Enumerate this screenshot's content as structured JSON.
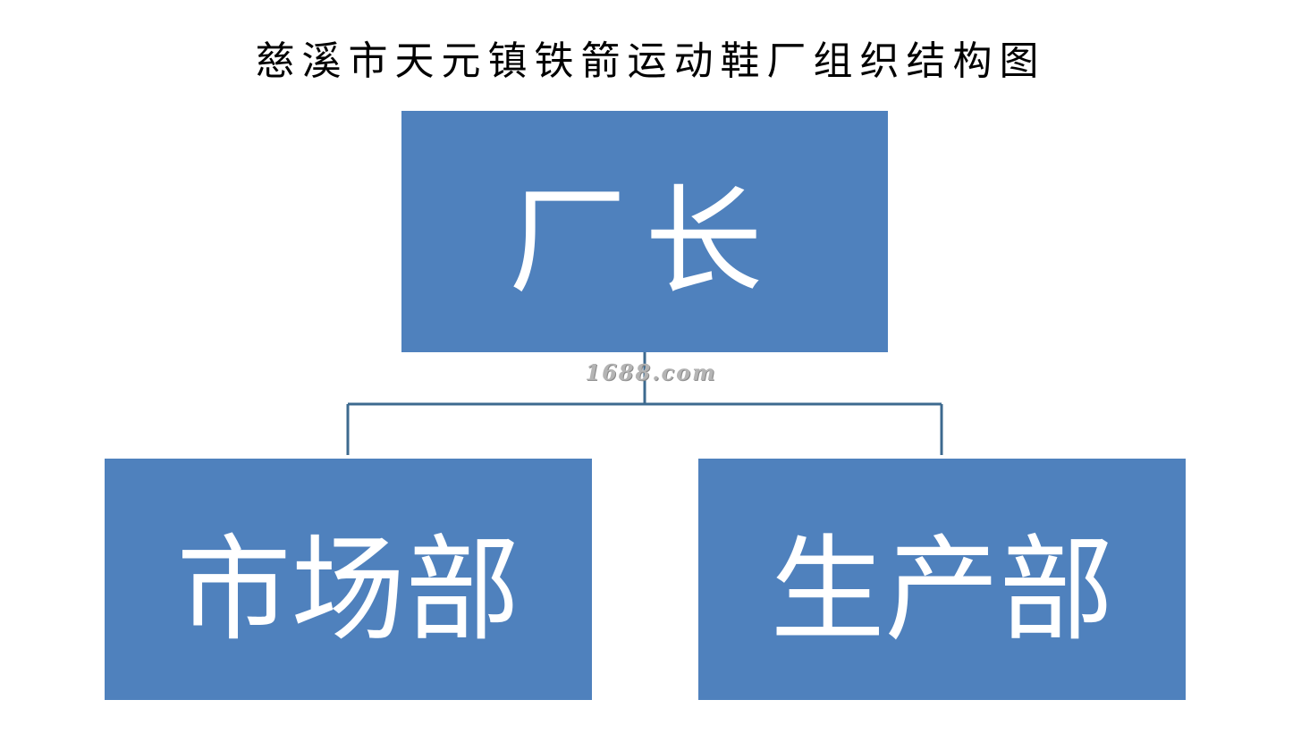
{
  "title": "慈溪市天元镇铁箭运动鞋厂组织结构图",
  "org_chart": {
    "root": {
      "label": "厂长"
    },
    "children": [
      {
        "label": "市场部"
      },
      {
        "label": "生产部"
      }
    ]
  },
  "watermark": "1688.com",
  "colors": {
    "box_fill": "#4f81bd",
    "connector": "#3d6a8f",
    "box_text": "#ffffff"
  }
}
